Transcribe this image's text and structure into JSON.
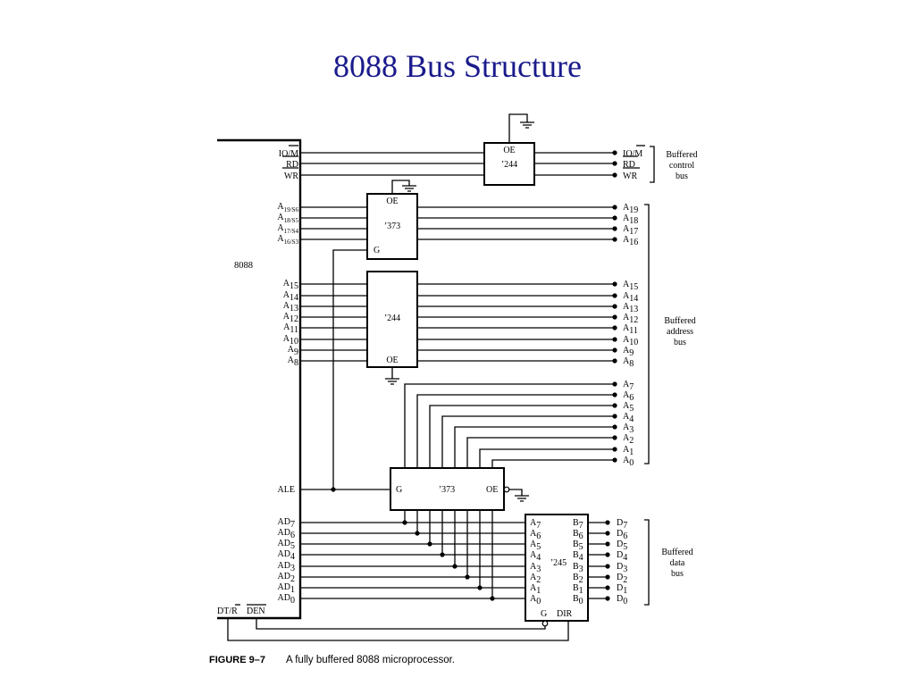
{
  "title": "8088 Bus Structure",
  "figure": {
    "number": "FIGURE 9–7",
    "caption": "A fully buffered 8088 microprocessor."
  },
  "cpu": {
    "label": "8088",
    "control_pins": [
      "IO/M",
      "RD",
      "WR"
    ],
    "high_address_pins": [
      {
        "base": "A",
        "sub": "19/S6"
      },
      {
        "base": "A",
        "sub": "18/S5"
      },
      {
        "base": "A",
        "sub": "17/S4"
      },
      {
        "base": "A",
        "sub": "16/S3"
      }
    ],
    "mid_address_pins": [
      {
        "base": "A",
        "sub": "15"
      },
      {
        "base": "A",
        "sub": "14"
      },
      {
        "base": "A",
        "sub": "13"
      },
      {
        "base": "A",
        "sub": "12"
      },
      {
        "base": "A",
        "sub": "11"
      },
      {
        "base": "A",
        "sub": "10"
      },
      {
        "base": "A",
        "sub": "9"
      },
      {
        "base": "A",
        "sub": "8"
      }
    ],
    "ale": "ALE",
    "ad_pins": [
      {
        "base": "AD",
        "sub": "7"
      },
      {
        "base": "AD",
        "sub": "6"
      },
      {
        "base": "AD",
        "sub": "5"
      },
      {
        "base": "AD",
        "sub": "4"
      },
      {
        "base": "AD",
        "sub": "3"
      },
      {
        "base": "AD",
        "sub": "2"
      },
      {
        "base": "AD",
        "sub": "1"
      },
      {
        "base": "AD",
        "sub": "0"
      }
    ],
    "dtr": "DT/R",
    "den": "DEN"
  },
  "chips": {
    "ctrl_buffer": {
      "oe": "OE",
      "name": "’244"
    },
    "latch_high": {
      "oe": "OE",
      "name": "’373",
      "g": "G"
    },
    "buffer_mid": {
      "oe": "OE",
      "name": "’244"
    },
    "latch_low": {
      "g": "G",
      "name": "’373",
      "oe": "OE"
    },
    "transceiver": {
      "name": "’245",
      "a_pins": [
        {
          "base": "A",
          "sub": "7"
        },
        {
          "base": "A",
          "sub": "6"
        },
        {
          "base": "A",
          "sub": "5"
        },
        {
          "base": "A",
          "sub": "4"
        },
        {
          "base": "A",
          "sub": "3"
        },
        {
          "base": "A",
          "sub": "2"
        },
        {
          "base": "A",
          "sub": "1"
        },
        {
          "base": "A",
          "sub": "0"
        }
      ],
      "b_pins": [
        {
          "base": "B",
          "sub": "7"
        },
        {
          "base": "B",
          "sub": "6"
        },
        {
          "base": "B",
          "sub": "5"
        },
        {
          "base": "B",
          "sub": "4"
        },
        {
          "base": "B",
          "sub": "3"
        },
        {
          "base": "B",
          "sub": "2"
        },
        {
          "base": "B",
          "sub": "1"
        },
        {
          "base": "B",
          "sub": "0"
        }
      ],
      "g": "G",
      "dir": "DIR"
    }
  },
  "outputs": {
    "control": [
      "IO/M",
      "RD",
      "WR"
    ],
    "address_high": [
      {
        "base": "A",
        "sub": "19"
      },
      {
        "base": "A",
        "sub": "18"
      },
      {
        "base": "A",
        "sub": "17"
      },
      {
        "base": "A",
        "sub": "16"
      }
    ],
    "address_mid": [
      {
        "base": "A",
        "sub": "15"
      },
      {
        "base": "A",
        "sub": "14"
      },
      {
        "base": "A",
        "sub": "13"
      },
      {
        "base": "A",
        "sub": "12"
      },
      {
        "base": "A",
        "sub": "11"
      },
      {
        "base": "A",
        "sub": "10"
      },
      {
        "base": "A",
        "sub": "9"
      },
      {
        "base": "A",
        "sub": "8"
      }
    ],
    "address_low": [
      {
        "base": "A",
        "sub": "7"
      },
      {
        "base": "A",
        "sub": "6"
      },
      {
        "base": "A",
        "sub": "5"
      },
      {
        "base": "A",
        "sub": "4"
      },
      {
        "base": "A",
        "sub": "3"
      },
      {
        "base": "A",
        "sub": "2"
      },
      {
        "base": "A",
        "sub": "1"
      },
      {
        "base": "A",
        "sub": "0"
      }
    ],
    "data": [
      {
        "base": "D",
        "sub": "7"
      },
      {
        "base": "D",
        "sub": "6"
      },
      {
        "base": "D",
        "sub": "5"
      },
      {
        "base": "D",
        "sub": "4"
      },
      {
        "base": "D",
        "sub": "3"
      },
      {
        "base": "D",
        "sub": "2"
      },
      {
        "base": "D",
        "sub": "1"
      },
      {
        "base": "D",
        "sub": "0"
      }
    ]
  },
  "bus_labels": {
    "control": [
      "Buffered",
      "control",
      "bus"
    ],
    "address": [
      "Buffered",
      "address",
      "bus"
    ],
    "data": [
      "Buffered",
      "data",
      "bus"
    ]
  },
  "colors": {
    "title": "#1a1a8c",
    "lines": "#000000"
  }
}
